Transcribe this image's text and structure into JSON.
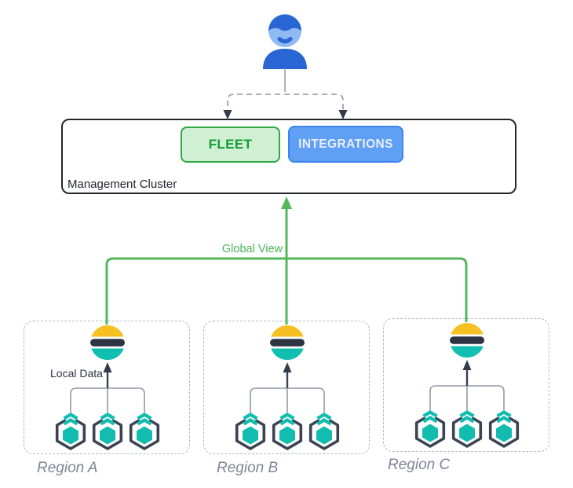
{
  "management_cluster": {
    "label": "Management Cluster",
    "buttons": [
      {
        "label": "FLEET",
        "text_color": "#149a38",
        "bg": "#cff0d2",
        "border": "#2fa844"
      },
      {
        "label": "INTEGRATIONS",
        "text_color": "#e8eefb",
        "bg": "#60a0f4",
        "border": "#3c84f0"
      }
    ]
  },
  "edges": {
    "global_view_label": "Global View",
    "local_data_label": "Local Data",
    "green_color": "#53b95c",
    "dashed_color": "#8f96a3",
    "arrow_dark_color": "#333a48"
  },
  "regions": [
    {
      "label": "Region A",
      "cluster_icon": "elasticsearch-cluster-icon",
      "agent_count": 3
    },
    {
      "label": "Region B",
      "cluster_icon": "elasticsearch-cluster-icon",
      "agent_count": 3
    },
    {
      "label": "Region C",
      "cluster_icon": "elasticsearch-cluster-icon",
      "agent_count": 3
    }
  ],
  "icons": {
    "user": "user-avatar-icon",
    "cluster": "elasticsearch-cluster-icon",
    "agent": "elastic-agent-icon"
  },
  "colors": {
    "es_yellow": "#f6c022",
    "es_dark": "#2f3444",
    "es_teal": "#10bfb2",
    "agent_outline": "#3b4252",
    "agent_teal": "#12bdb0",
    "user_blue_dark": "#2a65d4",
    "user_blue_light": "#8fbaf4",
    "region_border": "#b0b7c3",
    "region_label": "#7d8695"
  }
}
